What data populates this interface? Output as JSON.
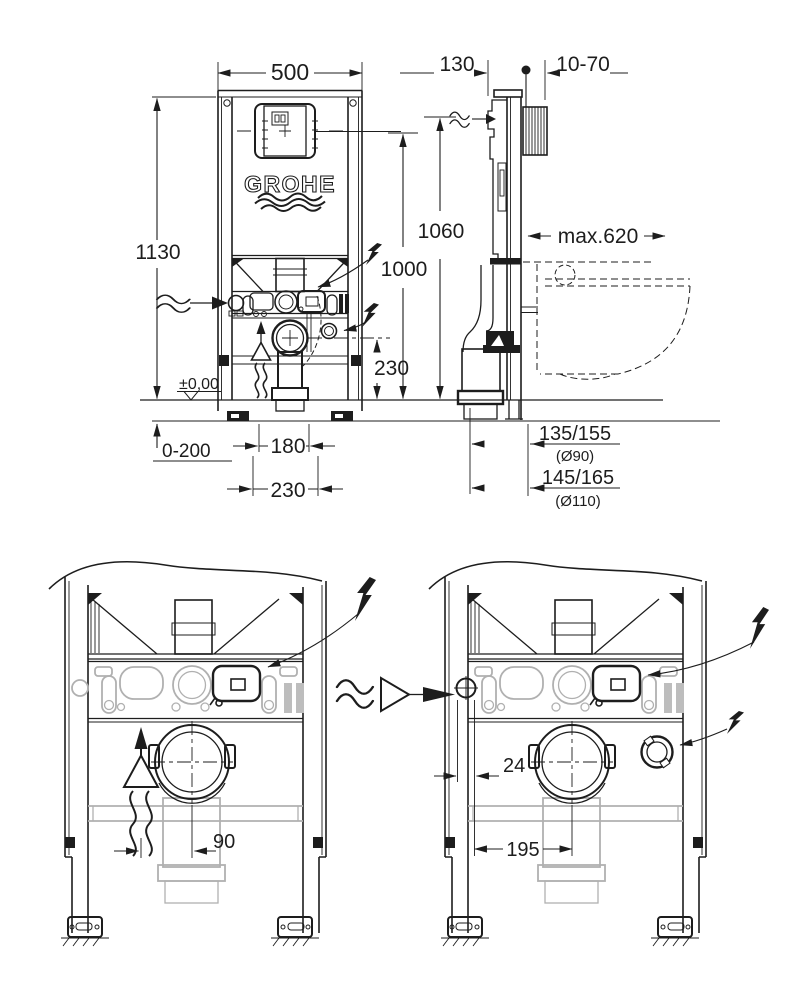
{
  "brand": {
    "logo": "GROHE"
  },
  "colors": {
    "line": "#1d1d1d",
    "muted": "#b0b0b0",
    "paper": "#ffffff"
  },
  "front_view": {
    "width": "500",
    "height": "1130",
    "actuation_height": "1000",
    "drain_height": "230",
    "floor_level": "±0,00",
    "floor_buildup": "0-200",
    "vent_to_drain": "180",
    "inlet_to_drain": "230"
  },
  "side_view": {
    "frame_depth": "130",
    "wall_distance": "10-70",
    "supply_height": "1060",
    "ceramic_max_depth": "max.620",
    "drain_90": "135/155",
    "drain_90_pipe": "(Ø90)",
    "drain_110": "145/165",
    "drain_110_pipe": "(Ø110)"
  },
  "detail_left": {
    "vent_offset": "90"
  },
  "detail_right": {
    "supply_offset": "24",
    "supply_to_drain": "195"
  }
}
